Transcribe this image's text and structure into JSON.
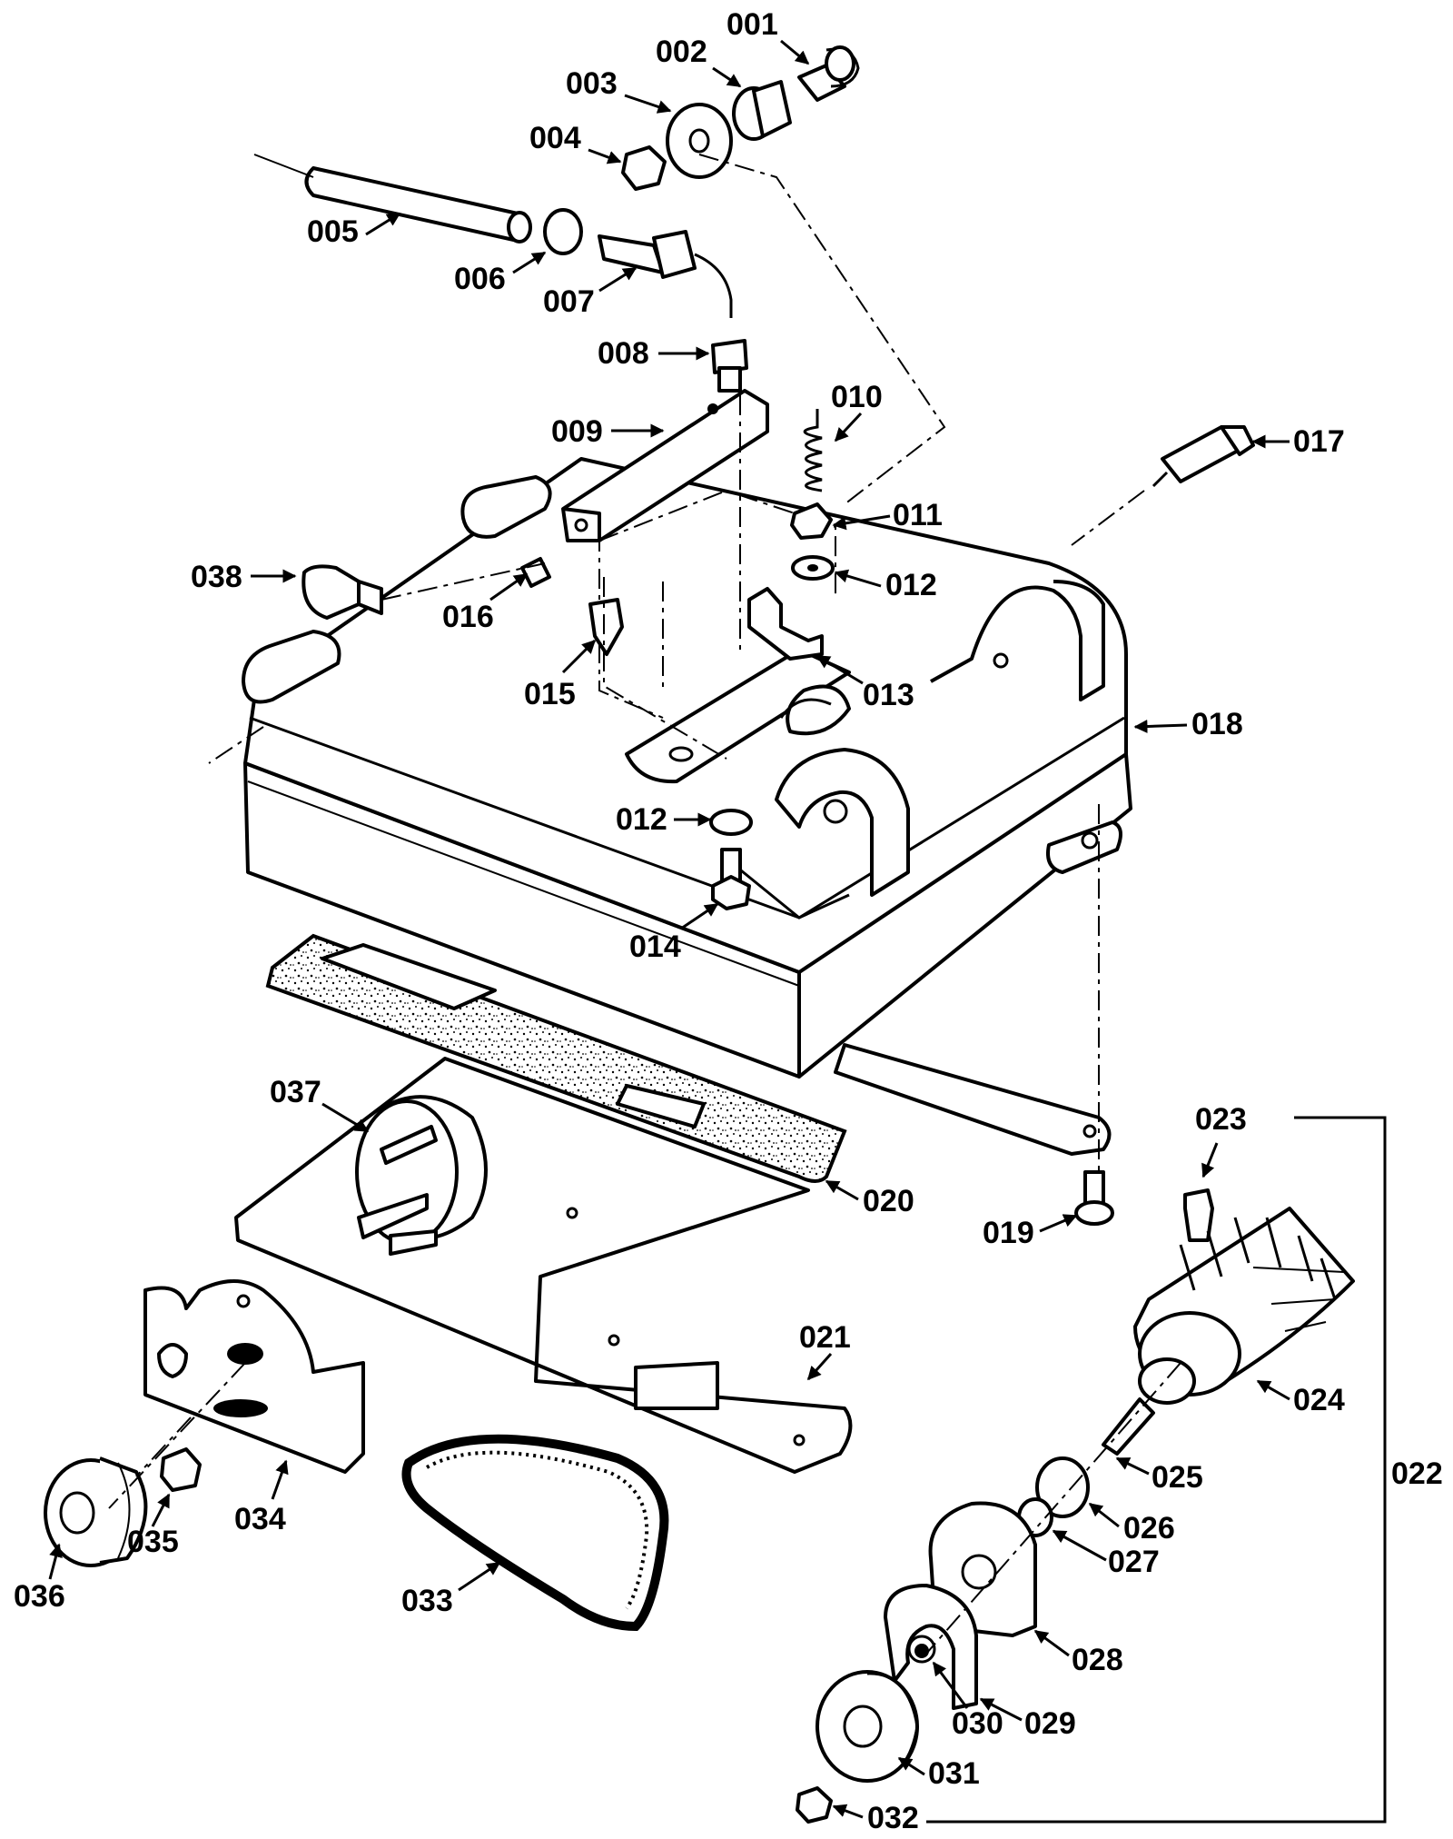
{
  "parts": [
    {
      "id": "p001",
      "label": "001"
    },
    {
      "id": "p002",
      "label": "002"
    },
    {
      "id": "p003",
      "label": "003"
    },
    {
      "id": "p004",
      "label": "004"
    },
    {
      "id": "p005",
      "label": "005"
    },
    {
      "id": "p006",
      "label": "006"
    },
    {
      "id": "p007",
      "label": "007"
    },
    {
      "id": "p008",
      "label": "008"
    },
    {
      "id": "p009",
      "label": "009"
    },
    {
      "id": "p010",
      "label": "010"
    },
    {
      "id": "p011",
      "label": "011"
    },
    {
      "id": "p012a",
      "label": "012"
    },
    {
      "id": "p013",
      "label": "013"
    },
    {
      "id": "p014",
      "label": "014"
    },
    {
      "id": "p015",
      "label": "015"
    },
    {
      "id": "p016",
      "label": "016"
    },
    {
      "id": "p017",
      "label": "017"
    },
    {
      "id": "p018",
      "label": "018"
    },
    {
      "id": "p012b",
      "label": "012"
    },
    {
      "id": "p019",
      "label": "019"
    },
    {
      "id": "p020",
      "label": "020"
    },
    {
      "id": "p021",
      "label": "021"
    },
    {
      "id": "p022",
      "label": "022"
    },
    {
      "id": "p023",
      "label": "023"
    },
    {
      "id": "p024",
      "label": "024"
    },
    {
      "id": "p025",
      "label": "025"
    },
    {
      "id": "p026",
      "label": "026"
    },
    {
      "id": "p027",
      "label": "027"
    },
    {
      "id": "p028",
      "label": "028"
    },
    {
      "id": "p029",
      "label": "029"
    },
    {
      "id": "p030",
      "label": "030"
    },
    {
      "id": "p031",
      "label": "031"
    },
    {
      "id": "p032",
      "label": "032"
    },
    {
      "id": "p033",
      "label": "033"
    },
    {
      "id": "p034",
      "label": "034"
    },
    {
      "id": "p035",
      "label": "035"
    },
    {
      "id": "p036",
      "label": "036"
    },
    {
      "id": "p037",
      "label": "037"
    },
    {
      "id": "p038",
      "label": "038"
    }
  ]
}
